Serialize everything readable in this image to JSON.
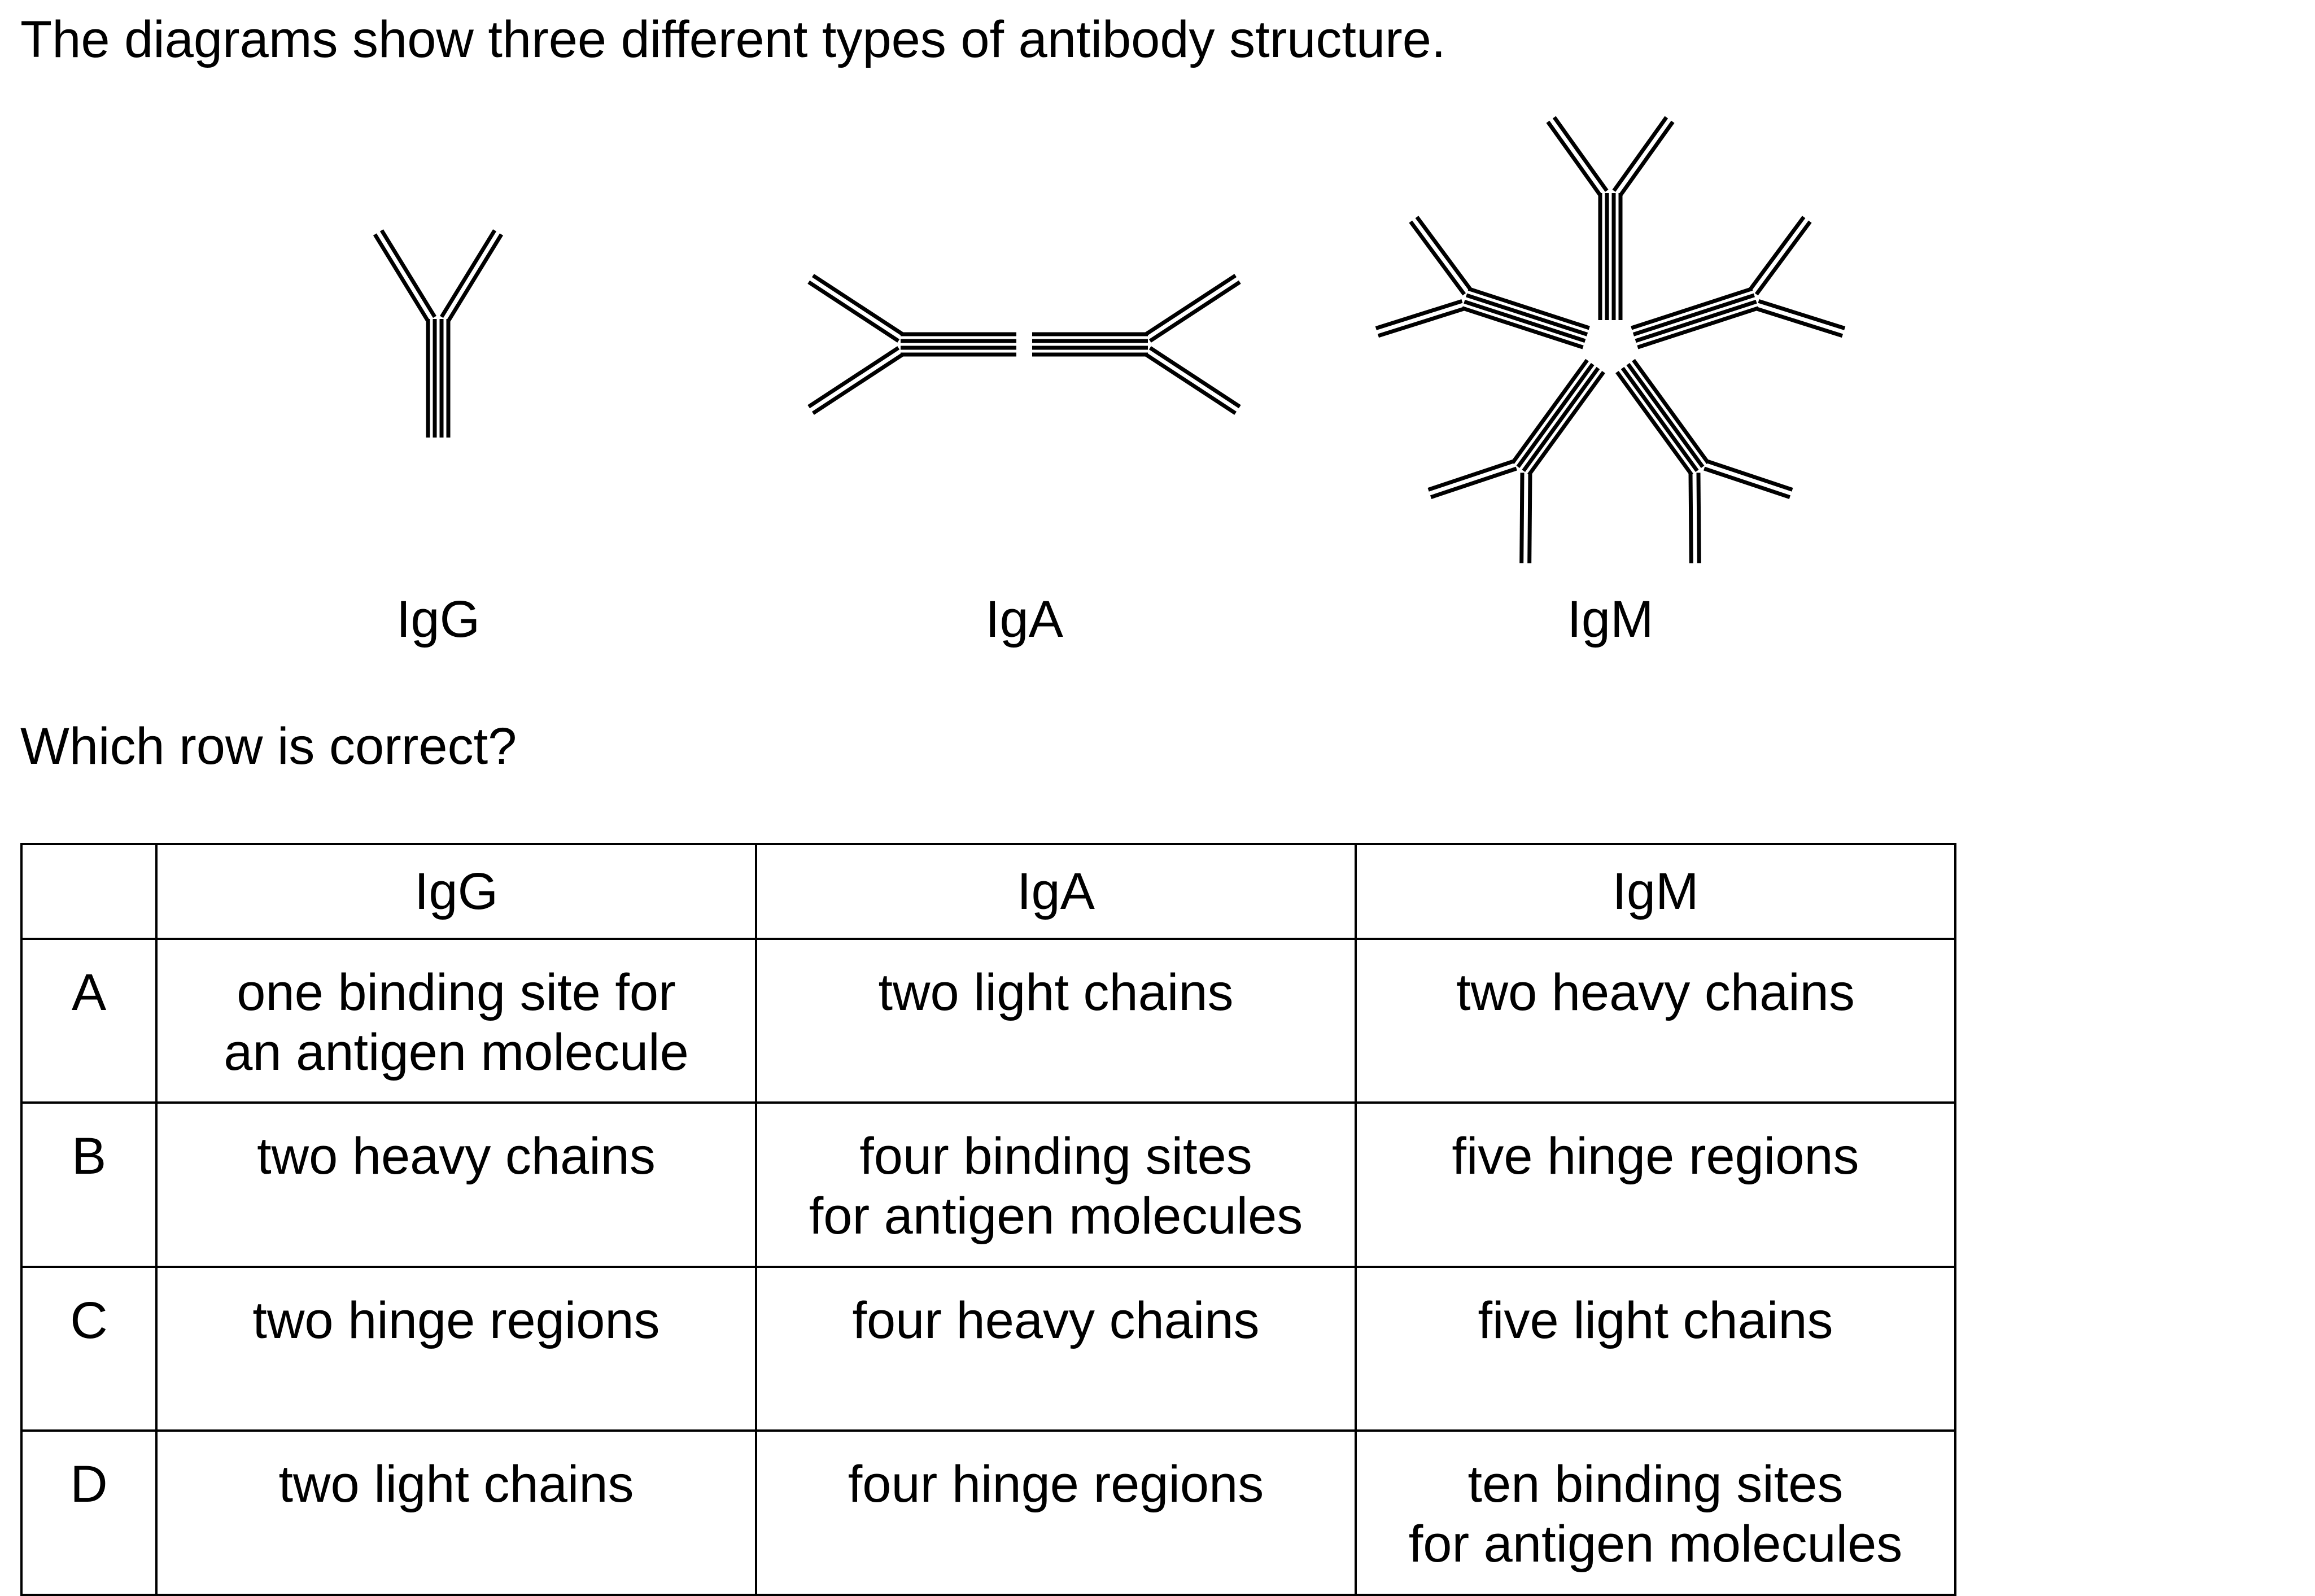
{
  "intro_text": "The diagrams show three different types of antibody structure.",
  "diagram_labels": {
    "igg": "IgG",
    "iga": "IgA",
    "igm": "IgM"
  },
  "question_text": "Which row is correct?",
  "table": {
    "headers": [
      "",
      "IgG",
      "IgA",
      "IgM"
    ],
    "rows": [
      {
        "letter": "A",
        "igg": [
          "one binding site for",
          "an antigen molecule"
        ],
        "iga": [
          "two light chains"
        ],
        "igm": [
          "two heavy chains"
        ]
      },
      {
        "letter": "B",
        "igg": [
          "two heavy chains"
        ],
        "iga": [
          "four binding sites",
          "for antigen molecules"
        ],
        "igm": [
          "five hinge regions"
        ]
      },
      {
        "letter": "C",
        "igg": [
          "two hinge regions"
        ],
        "iga": [
          "four heavy chains"
        ],
        "igm": [
          "five light chains"
        ]
      },
      {
        "letter": "D",
        "igg": [
          "two light chains"
        ],
        "iga": [
          "four hinge regions"
        ],
        "igm": [
          "ten binding sites",
          "for antigen molecules"
        ]
      }
    ]
  },
  "colors": {
    "ink": "#000000",
    "background": "#ffffff"
  }
}
